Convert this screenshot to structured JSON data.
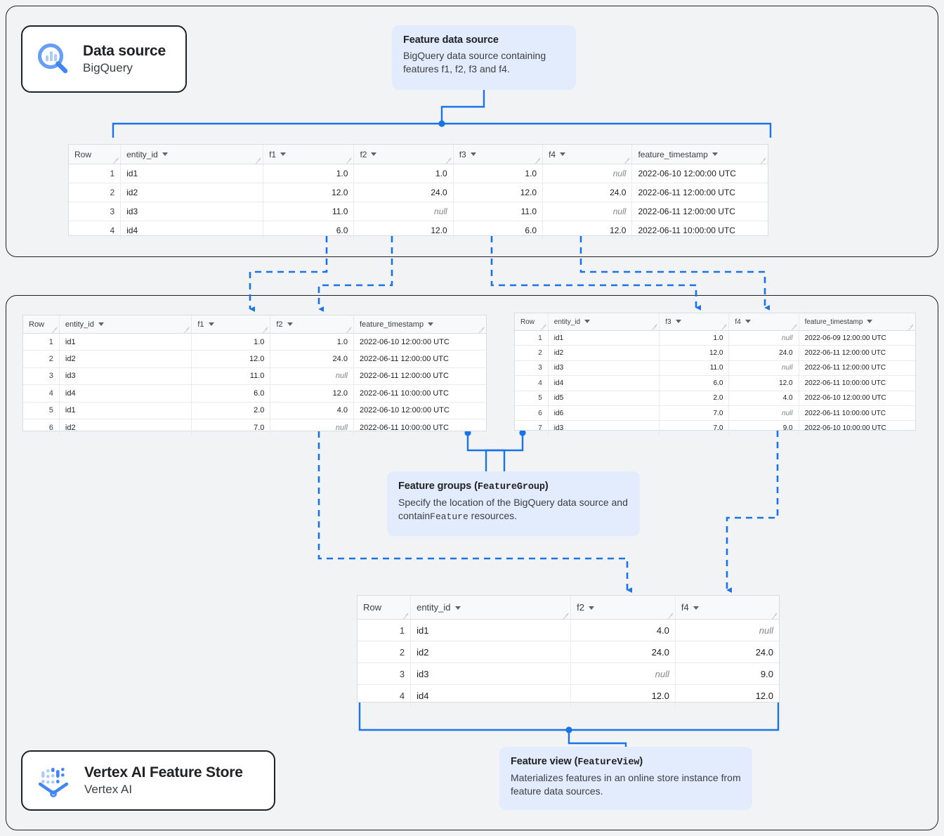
{
  "accent_color": "#1a73e8",
  "callout_bg": "#e3ecfd",
  "panel_bg": "#f1f3f4",
  "cards": {
    "data_source": {
      "title": "Data source",
      "subtitle": "BigQuery",
      "icon": "bigquery-magnifier-icon"
    },
    "vertex": {
      "title": "Vertex AI Feature Store",
      "subtitle": "Vertex AI",
      "icon": "vertex-ai-funnel-icon"
    }
  },
  "callouts": {
    "feature_data_source": {
      "title": "Feature data source",
      "body": "BigQuery data source containing features f1, f2, f3 and f4."
    },
    "feature_groups": {
      "title_plain": "Feature groups (",
      "title_mono": "FeatureGroup",
      "title_tail": ")",
      "body_pre": "Specify the location of the BigQuery data source and contain",
      "body_mono": "Feature",
      "body_post": " resources."
    },
    "feature_view": {
      "title_plain": "Feature view (",
      "title_mono": "FeatureView",
      "title_tail": ")",
      "body": "Materializes features in an online store instance from feature data sources."
    }
  },
  "tables": {
    "source": {
      "name": "source-table",
      "columns": [
        "Row",
        "entity_id",
        "f1",
        "f2",
        "f3",
        "f4",
        "feature_timestamp"
      ],
      "rows": [
        [
          "1",
          "id1",
          "1.0",
          "1.0",
          "1.0",
          "null",
          "2022-06-10 12:00:00 UTC"
        ],
        [
          "2",
          "id2",
          "12.0",
          "24.0",
          "12.0",
          "24.0",
          "2022-06-11 12:00:00 UTC"
        ],
        [
          "3",
          "id3",
          "11.0",
          "null",
          "11.0",
          "null",
          "2022-06-11 12:00:00 UTC"
        ],
        [
          "4",
          "id4",
          "6.0",
          "12.0",
          "6.0",
          "12.0",
          "2022-06-11 10:00:00 UTC"
        ]
      ]
    },
    "feature_group_1": {
      "name": "feature-group-1-table",
      "columns": [
        "Row",
        "entity_id",
        "f1",
        "f2",
        "feature_timestamp"
      ],
      "rows": [
        [
          "1",
          "id1",
          "1.0",
          "1.0",
          "2022-06-10 12:00:00 UTC"
        ],
        [
          "2",
          "id2",
          "12.0",
          "24.0",
          "2022-06-11 12:00:00 UTC"
        ],
        [
          "3",
          "id3",
          "11.0",
          "null",
          "2022-06-11 12:00:00 UTC"
        ],
        [
          "4",
          "id4",
          "6.0",
          "12.0",
          "2022-06-11 10:00:00 UTC"
        ],
        [
          "5",
          "id1",
          "2.0",
          "4.0",
          "2022-06-10 12:00:00 UTC"
        ],
        [
          "6",
          "id2",
          "7.0",
          "null",
          "2022-06-11 10:00:00 UTC"
        ]
      ]
    },
    "feature_group_2": {
      "name": "feature-group-2-table",
      "columns": [
        "Row",
        "entity_id",
        "f3",
        "f4",
        "feature_timestamp"
      ],
      "rows": [
        [
          "1",
          "id1",
          "1.0",
          "null",
          "2022-06-09 12:00:00 UTC"
        ],
        [
          "2",
          "id2",
          "12.0",
          "24.0",
          "2022-06-11 12:00:00 UTC"
        ],
        [
          "3",
          "id3",
          "11.0",
          "null",
          "2022-06-11 12:00:00 UTC"
        ],
        [
          "4",
          "id4",
          "6.0",
          "12.0",
          "2022-06-11 10:00:00 UTC"
        ],
        [
          "5",
          "id5",
          "2.0",
          "4.0",
          "2022-06-10 12:00:00 UTC"
        ],
        [
          "6",
          "id6",
          "7.0",
          "null",
          "2022-06-11 10:00:00 UTC"
        ],
        [
          "7",
          "id3",
          "7.0",
          "9.0",
          "2022-06-10 10:00:00 UTC"
        ]
      ]
    },
    "feature_view": {
      "name": "feature-view-table",
      "columns": [
        "Row",
        "entity_id",
        "f2",
        "f4"
      ],
      "rows": [
        [
          "1",
          "id1",
          "4.0",
          "null"
        ],
        [
          "2",
          "id2",
          "24.0",
          "24.0"
        ],
        [
          "3",
          "id3",
          "null",
          "9.0"
        ],
        [
          "4",
          "id4",
          "12.0",
          "12.0"
        ]
      ]
    }
  }
}
